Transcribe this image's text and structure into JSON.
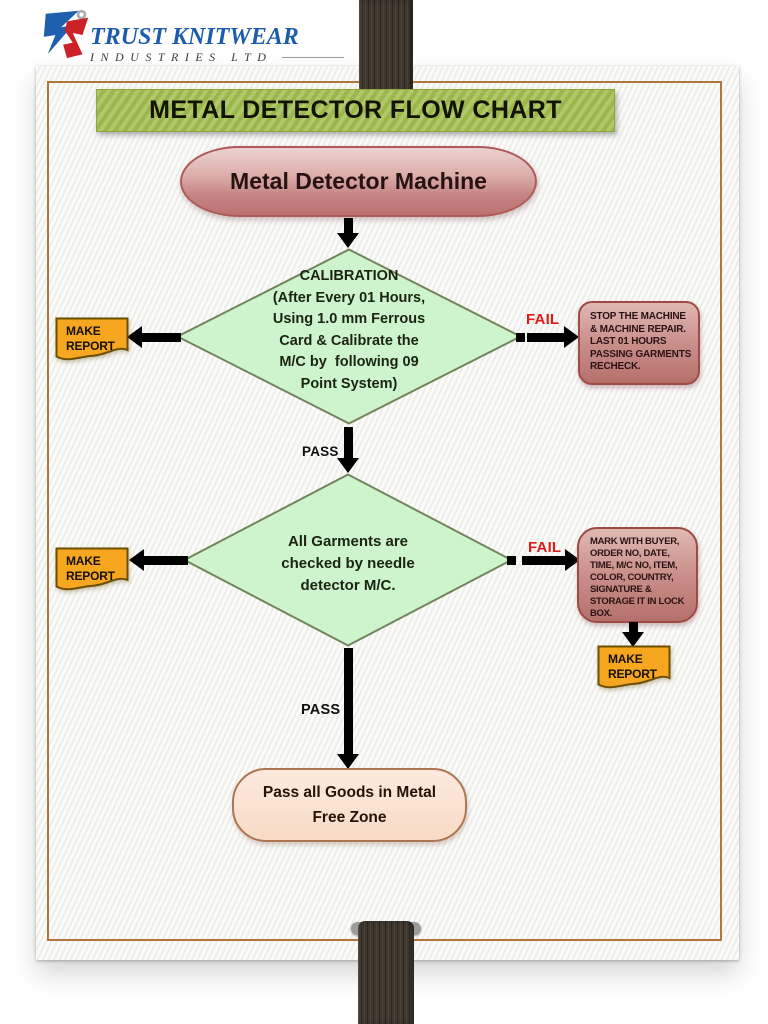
{
  "logo": {
    "company": "TRUST KNITWEAR",
    "subtitle": "INDUSTRIES LTD"
  },
  "flow_chart": {
    "title": "METAL DETECTOR FLOW CHART",
    "start": {
      "label": "Metal Detector Machine"
    },
    "report_label": "MAKE\nREPORT",
    "decision_1": {
      "question": "CALIBRATION\n(After Every 01 Hours,\nUsing 1.0 mm Ferrous\nCard & Calibrate the\nM/C by  following 09\nPoint System)",
      "pass_label": "PASS",
      "fail_label": "FAIL",
      "fail_action": "STOP THE MACHINE\n& MACHINE REPAIR.\nLAST 01 HOURS\nPASSING GARMENTS\nRECHECK."
    },
    "decision_2": {
      "question": "All Garments are\nchecked by needle\ndetector M/C.",
      "pass_label": "PASS",
      "fail_label": "FAIL",
      "fail_action": "MARK WITH BUYER,\nORDER NO, DATE,\nTIME, M/C NO, ITEM,\nCOLOR, COUNTRY,\nSIGNATURE &\nSTORAGE IT IN LOCK\nBOX."
    },
    "end": {
      "label": "Pass all Goods in Metal\nFree Zone"
    }
  },
  "colors": {
    "title_bar_green": "#a5bf5b",
    "terminator_rose": "#bc7372",
    "decision_green": "#cdf5cd",
    "report_orange": "#f7a71f",
    "fail_box_rose": "#b5706c",
    "fail_text_red": "#e11b1b",
    "end_box_peach": "#fbe5d6",
    "frame_border": "#b0763c",
    "strap_brown": "#3f372d",
    "logo_blue": "#1c5cad"
  }
}
